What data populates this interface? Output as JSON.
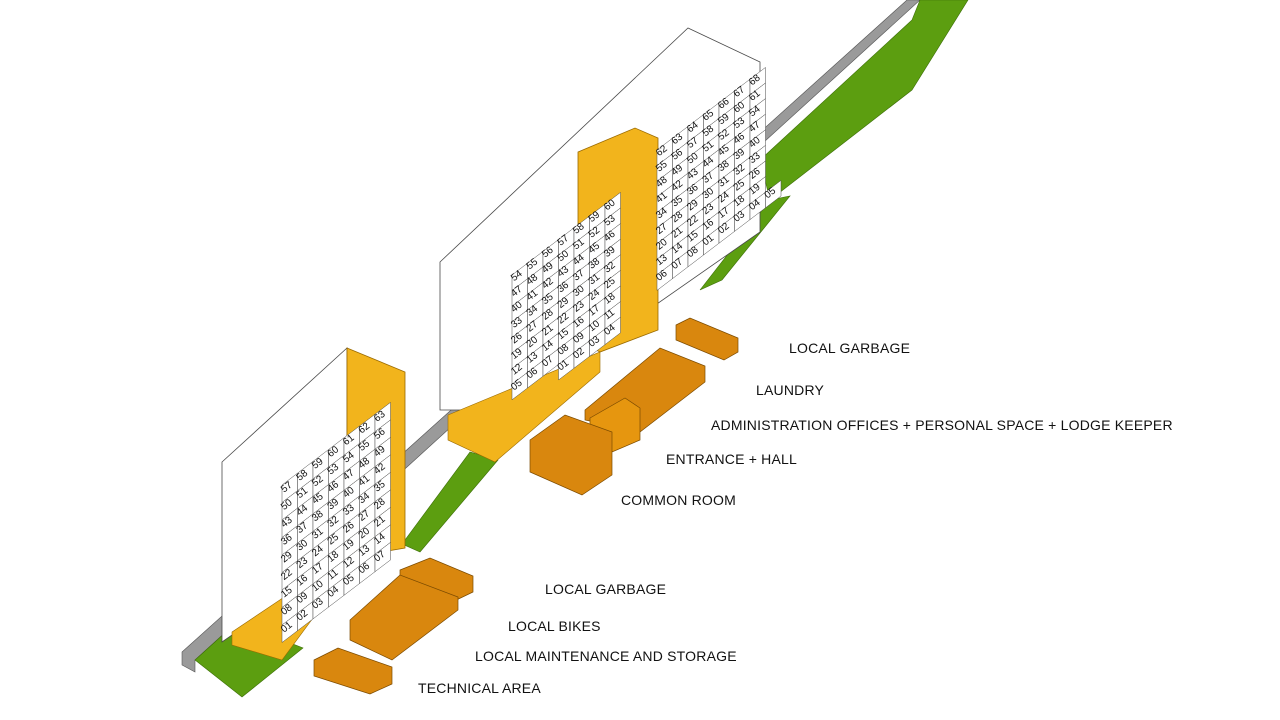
{
  "colors": {
    "green": "#5c9e10",
    "green_dark": "#4c8a0a",
    "gray": "#9a9a9a",
    "yellow": "#f2b41c",
    "yellow_dark": "#d9980e",
    "orange": "#d9870e",
    "orange_top": "#e6960f",
    "orange_side": "#b96f08",
    "facade": "#ffffff",
    "line": "#4a4a4a"
  },
  "blocks": [
    {
      "name": "left-block",
      "grid": [
        [
          "57",
          "58",
          "59",
          "60",
          "61",
          "62",
          "63"
        ],
        [
          "50",
          "51",
          "52",
          "53",
          "54",
          "55",
          "56"
        ],
        [
          "43",
          "44",
          "45",
          "46",
          "47",
          "48",
          "49"
        ],
        [
          "36",
          "37",
          "38",
          "39",
          "40",
          "41",
          "42"
        ],
        [
          "29",
          "30",
          "31",
          "32",
          "33",
          "34",
          "35"
        ],
        [
          "22",
          "23",
          "24",
          "25",
          "26",
          "27",
          "28"
        ],
        [
          "15",
          "16",
          "17",
          "18",
          "19",
          "20",
          "21"
        ],
        [
          "08",
          "09",
          "10",
          "11",
          "12",
          "13",
          "14"
        ],
        [
          "01",
          "02",
          "03",
          "04",
          "05",
          "06",
          "07"
        ]
      ]
    },
    {
      "name": "middle-block",
      "grid": [
        [
          "54",
          "55",
          "56",
          "57",
          "58",
          "59",
          "60"
        ],
        [
          "47",
          "48",
          "49",
          "50",
          "51",
          "52",
          "53"
        ],
        [
          "40",
          "41",
          "42",
          "43",
          "44",
          "45",
          "46"
        ],
        [
          "33",
          "34",
          "35",
          "36",
          "37",
          "38",
          "39"
        ],
        [
          "26",
          "27",
          "28",
          "29",
          "30",
          "31",
          "32"
        ],
        [
          "19",
          "20",
          "21",
          "22",
          "23",
          "24",
          "25"
        ],
        [
          "12",
          "13",
          "14",
          "15",
          "16",
          "17",
          "18"
        ],
        [
          "05",
          "06",
          "07",
          "08",
          "09",
          "10",
          "11"
        ],
        [
          "",
          "",
          "",
          "01",
          "02",
          "03",
          "04"
        ]
      ]
    },
    {
      "name": "right-block",
      "grid": [
        [
          "62",
          "63",
          "64",
          "65",
          "66",
          "67",
          "68"
        ],
        [
          "55",
          "56",
          "57",
          "58",
          "59",
          "60",
          "61"
        ],
        [
          "48",
          "49",
          "50",
          "51",
          "52",
          "53",
          "54"
        ],
        [
          "41",
          "42",
          "43",
          "44",
          "45",
          "46",
          "47"
        ],
        [
          "34",
          "35",
          "36",
          "37",
          "38",
          "39",
          "40"
        ],
        [
          "27",
          "28",
          "29",
          "30",
          "31",
          "32",
          "33"
        ],
        [
          "20",
          "21",
          "22",
          "23",
          "24",
          "25",
          "26"
        ],
        [
          "13",
          "14",
          "15",
          "16",
          "17",
          "18",
          "19"
        ],
        [
          "06",
          "07",
          "08",
          "01",
          "02",
          "03",
          "04",
          "05"
        ]
      ]
    }
  ],
  "labels": {
    "local_garbage_top": "LOCAL GARBAGE",
    "laundry": "LAUNDRY",
    "admin": "ADMINISTRATION OFFICES + PERSONAL SPACE + LODGE KEEPER",
    "entrance": "ENTRANCE + HALL",
    "common_room": "COMMON ROOM",
    "local_garbage_bottom": "LOCAL GARBAGE",
    "local_bikes": "LOCAL BIKES",
    "maintenance": "LOCAL MAINTENANCE AND STORAGE",
    "technical": "TECHNICAL AREA"
  }
}
